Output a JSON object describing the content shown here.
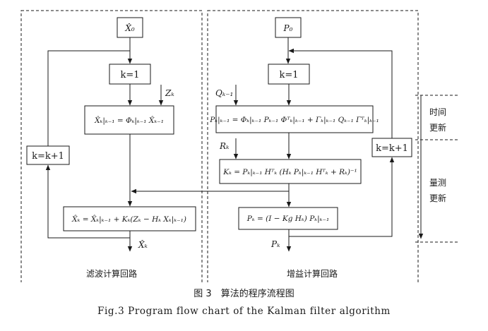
{
  "left_loop": {
    "start": "X̂₀",
    "init": "k=1",
    "measurement": "Zₖ",
    "prediction": "X̂ₖ|ₖ₋₁ = Φₖ|ₖ₋₁ X̂ₖ₋₁",
    "increment": "k=k+1",
    "update": "X̂ₖ = X̂ₖ|ₖ₋₁ + Kₖ(Zₖ − Hₖ Xₖ|ₖ₋₁)",
    "output": "X̂ₖ",
    "label": "滤波计算回路"
  },
  "right_loop": {
    "start": "P₀",
    "init": "k=1",
    "process_noise": "Qₖ₋₁",
    "cov_predict": "Pₖ|ₖ₋₁ = Φₖ|ₖ₋₁ Pₖ₋₁ Φᵀₖ|ₖ₋₁ + Γₖ|ₖ₋₁ Qₖ₋₁ Γᵀₖ|ₖ₋₁",
    "meas_noise": "Rₖ",
    "gain": "Kₖ = Pₖ|ₖ₋₁ Hᵀₖ (Hₖ Pₖ|ₖ₋₁ Hᵀₖ + Rₖ)⁻¹",
    "increment": "k=k+1",
    "cov_update": "Pₖ = (I − Kg Hₖ) Pₖ|ₖ₋₁",
    "output": "Pₖ",
    "label": "增益计算回路"
  },
  "side": {
    "time_update_l1": "时间",
    "time_update_l2": "更新",
    "meas_update_l1": "量测",
    "meas_update_l2": "更新"
  },
  "caption_cn": "图 3　算法的程序流程图",
  "caption_en": "Fig.3 Program flow chart of the Kalman filter algorithm"
}
